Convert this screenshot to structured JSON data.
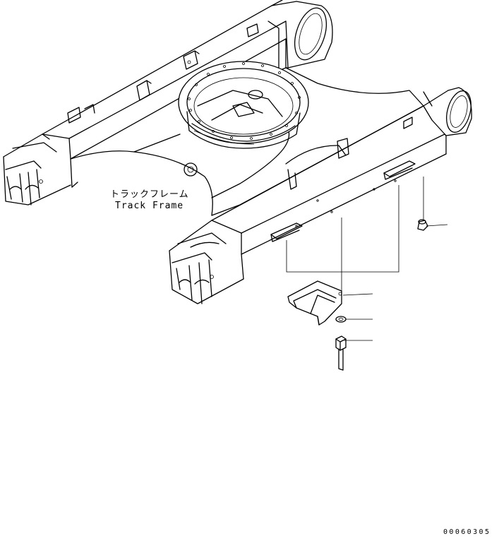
{
  "labels": {
    "part_name_jp": "トラックフレーム",
    "part_name_en": "Track Frame",
    "drawing_code": "00060305"
  },
  "colors": {
    "line": "#000000",
    "background": "#ffffff"
  }
}
